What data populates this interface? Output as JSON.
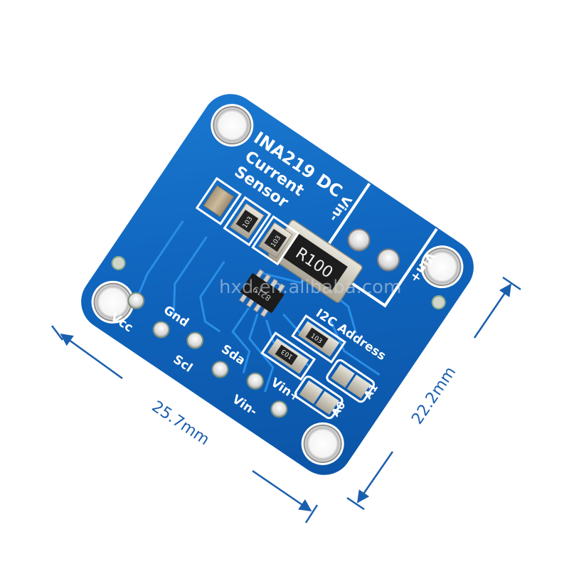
{
  "product": {
    "title_line1": "INA219 DC",
    "title_line2": "Current",
    "title_line3": "Sensor",
    "shunt_resistor_marking": "R100",
    "ic_marking": "8219",
    "small_resistor_marking_1": "103",
    "small_resistor_marking_2": "103",
    "addr_resistor_marking_1": "103",
    "addr_resistor_marking_2": "103"
  },
  "labels": {
    "vin_minus_top": "Vin-",
    "vin_plus_right": "Vin+",
    "i2c_address": "I2C Address",
    "a1": "A1",
    "a0": "A0"
  },
  "pins": [
    {
      "label": "Vcc"
    },
    {
      "label": "Gnd"
    },
    {
      "label": "Scl"
    },
    {
      "label": "Sda"
    },
    {
      "label": "Vin-"
    },
    {
      "label": "Vin+"
    }
  ],
  "dimensions": {
    "width": "25.7mm",
    "height": "22.2mm"
  },
  "watermark": "hxd.en.alibaba.com",
  "colors": {
    "pcb": "#0f5fb5",
    "pcb_light": "#1e7fd6",
    "silk": "#ffffff",
    "pad": "#d9d9d9",
    "dimension": "#1a5fae"
  }
}
